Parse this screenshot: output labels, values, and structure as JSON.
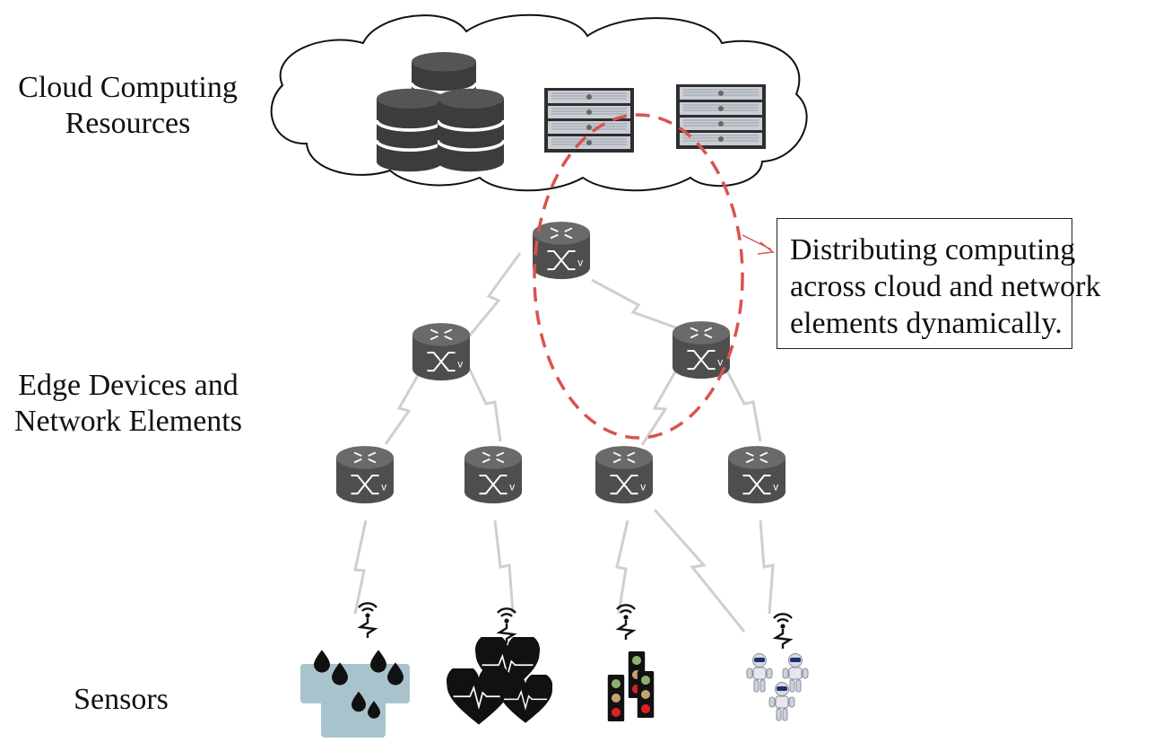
{
  "layers": {
    "cloud": {
      "label": [
        "Cloud Computing",
        "Resources"
      ]
    },
    "edge": {
      "label": [
        "Edge Devices and",
        "Network Elements"
      ]
    },
    "sensors": {
      "label": "Sensors"
    }
  },
  "callout": {
    "lines": [
      "Distributing computing",
      "across cloud and network",
      "elements dynamically."
    ]
  },
  "router_glyph": "v",
  "colors": {
    "device": "#5a5a5a",
    "device_dark": "#3a3a3a",
    "highlight": "#d9534f",
    "link": "#d0d0d0",
    "tank": "#a9c3cc",
    "traffic_red": "#e02020",
    "traffic_amber": "#c8a070",
    "traffic_green": "#8fae6f"
  },
  "icons": {
    "storage": "database-icon",
    "server": "server-rack-icon",
    "router": "router-icon",
    "sensor": "wireless-sensor-icon",
    "water": "water-level-icon",
    "health": "heart-monitor-icon",
    "traffic": "traffic-light-icon",
    "robot": "robot-icon"
  }
}
